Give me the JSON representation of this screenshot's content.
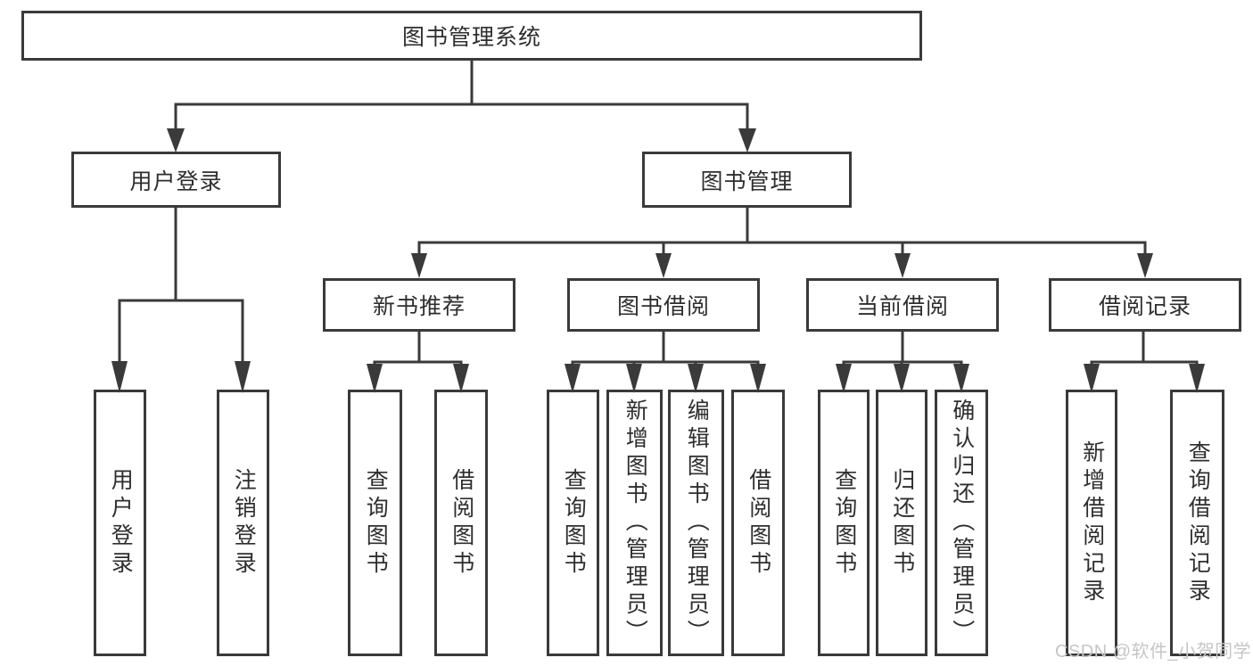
{
  "tree": {
    "label": "图书管理系统",
    "children": [
      {
        "label": "用户登录",
        "children": [
          {
            "label": "用户登录"
          },
          {
            "label": "注销登录"
          }
        ]
      },
      {
        "label": "图书管理",
        "children": [
          {
            "label": "新书推荐",
            "children": [
              {
                "label": "查询图书"
              },
              {
                "label": "借阅图书"
              }
            ]
          },
          {
            "label": "图书借阅",
            "children": [
              {
                "label": "查询图书"
              },
              {
                "label": "新增图书（管理员）"
              },
              {
                "label": "编辑图书（管理员）"
              },
              {
                "label": "借阅图书"
              }
            ]
          },
          {
            "label": "当前借阅",
            "children": [
              {
                "label": "查询图书"
              },
              {
                "label": "归还图书"
              },
              {
                "label": "确认归还（管理员）"
              }
            ]
          },
          {
            "label": "借阅记录",
            "children": [
              {
                "label": "新增借阅记录"
              },
              {
                "label": "查询借阅记录"
              }
            ]
          }
        ]
      }
    ]
  },
  "watermark": {
    "text": "CSDN @软件_小贺同学"
  },
  "colors": {
    "line": "#3a3a3a",
    "box_background": "#ffffff",
    "text": "#2e2e2e",
    "watermark": "#c6c6c6"
  }
}
